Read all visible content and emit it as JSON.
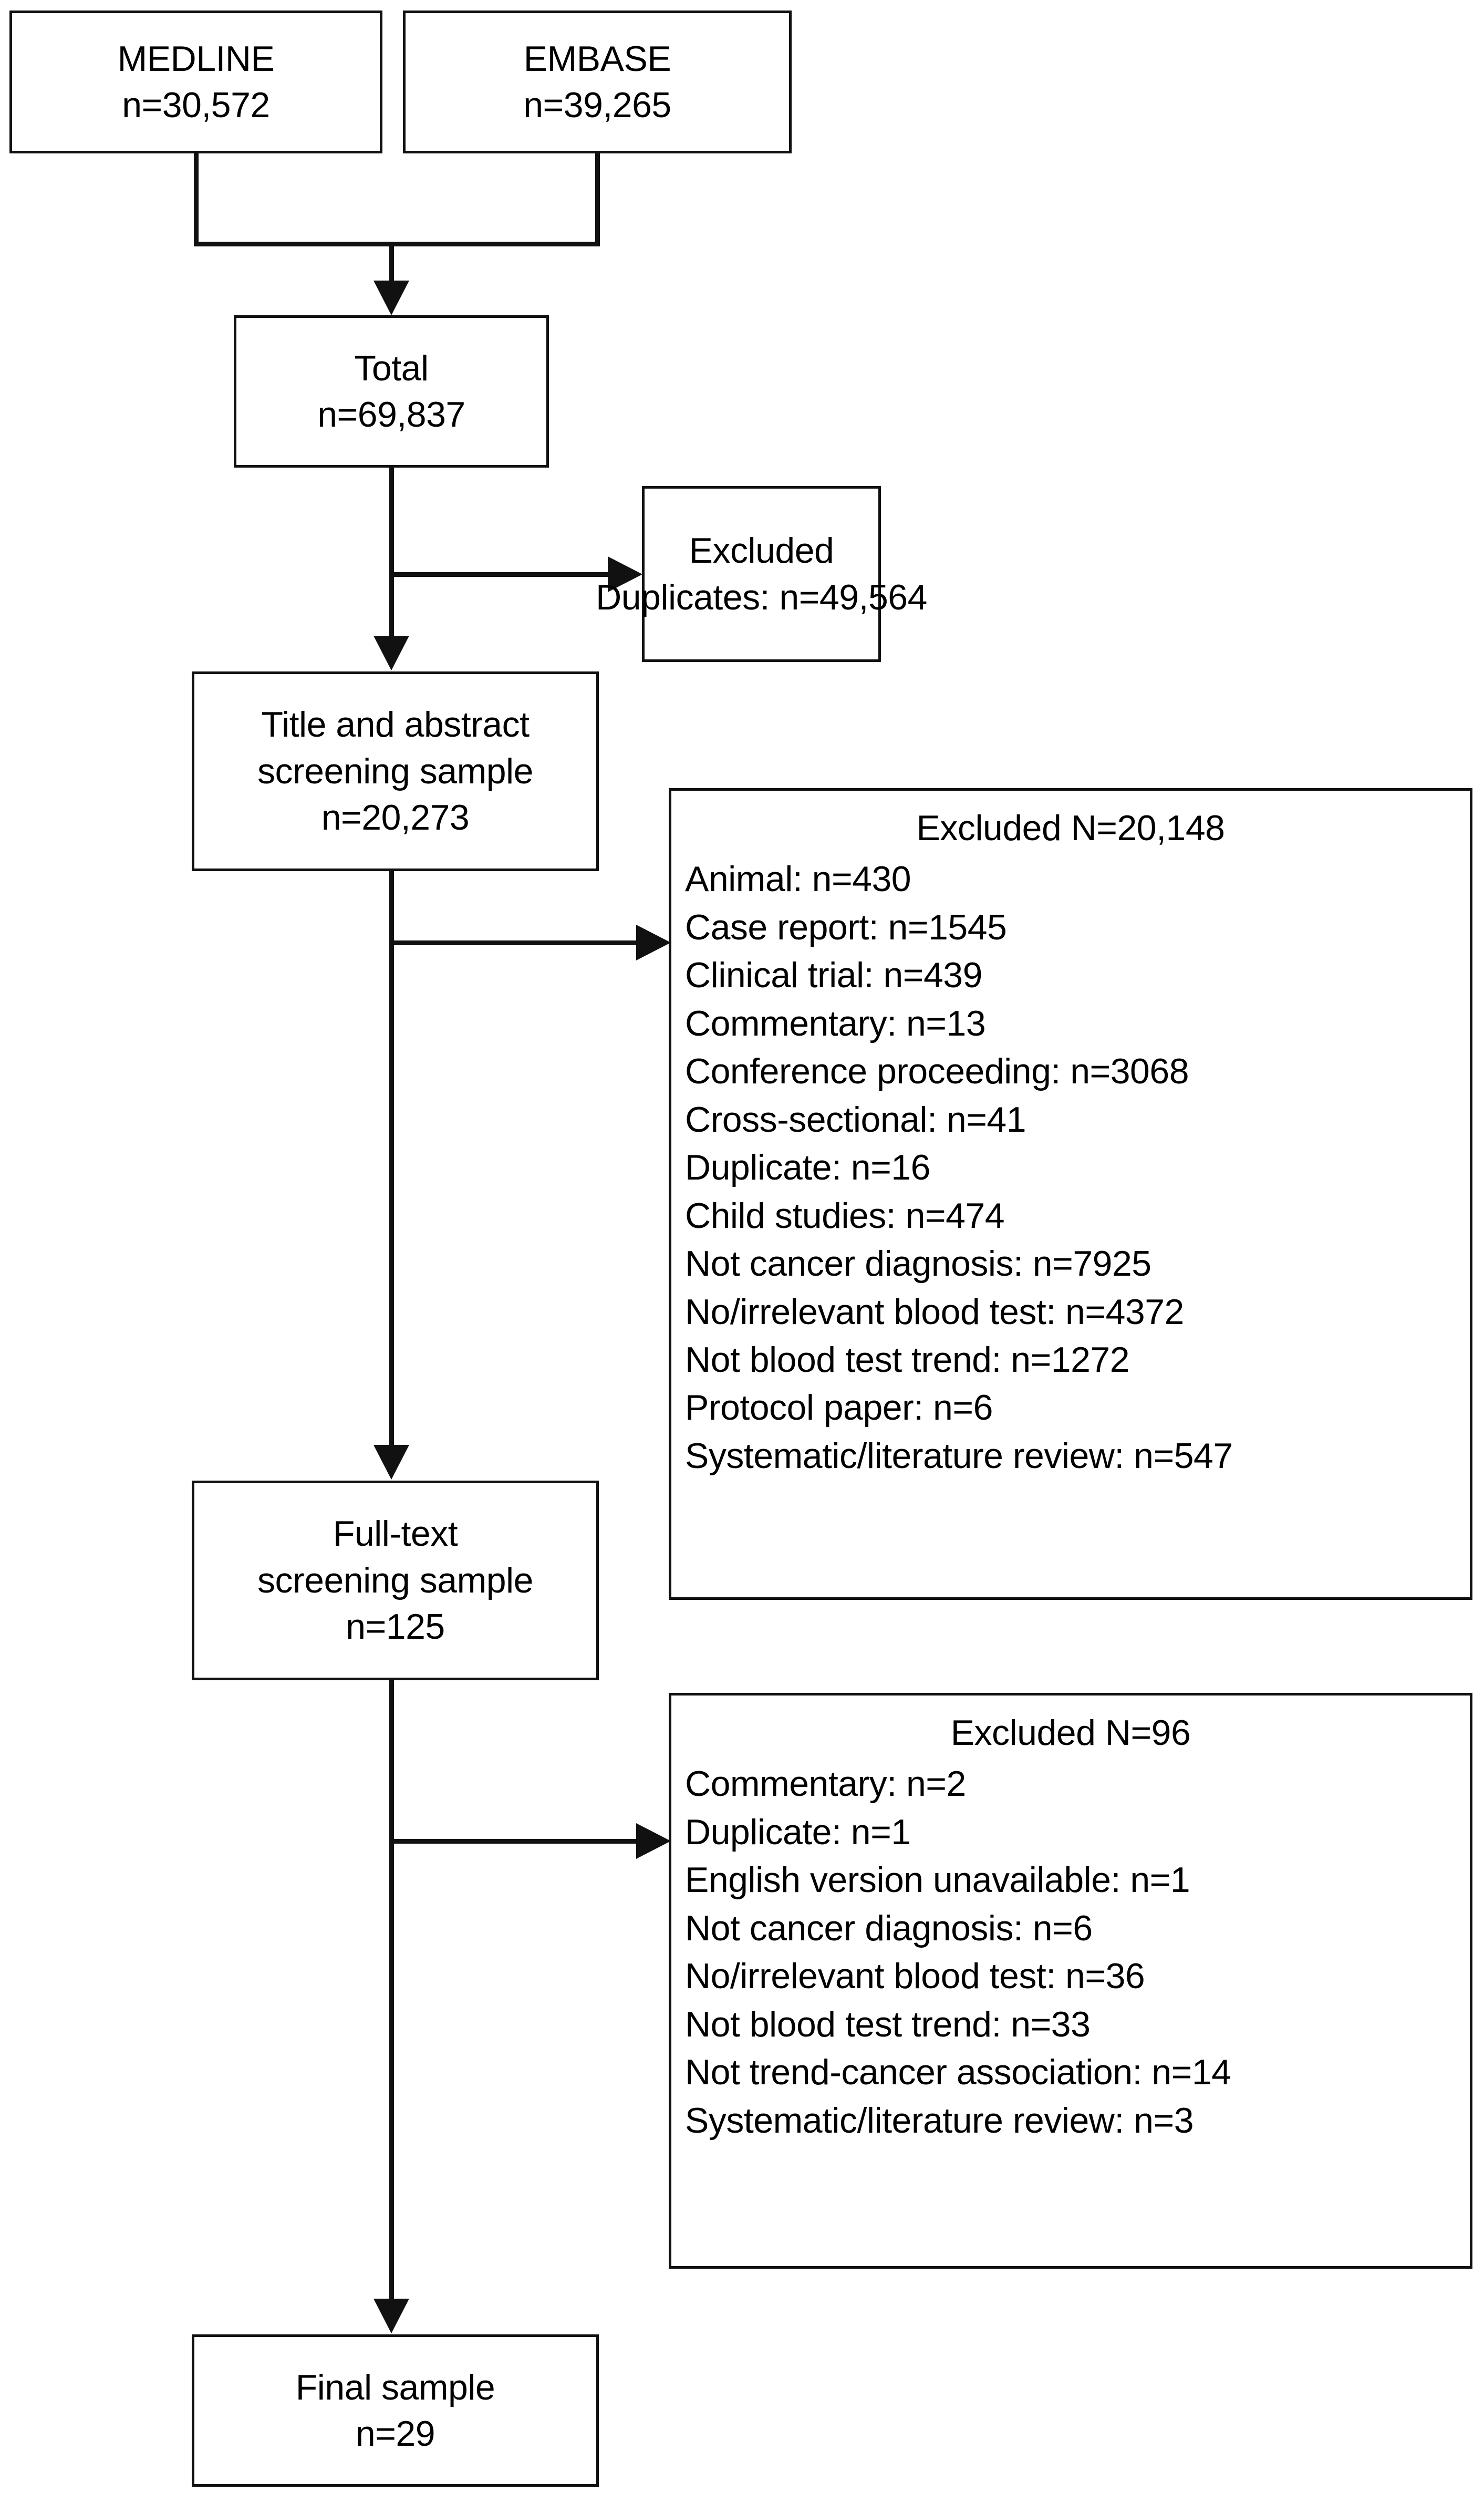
{
  "diagram": {
    "type": "prisma-flow-diagram",
    "sources": [
      {
        "id": "medline",
        "label": "MEDLINE",
        "count": "n=30,572"
      },
      {
        "id": "embase",
        "label": "EMBASE",
        "count": "n=39,265"
      }
    ],
    "stages": [
      {
        "id": "total",
        "label": "Total",
        "count": "n=69,837"
      },
      {
        "id": "title_abstract",
        "label_line1": "Title and abstract",
        "label_line2": "screening sample",
        "count": "n=20,273"
      },
      {
        "id": "full_text",
        "label_line1": "Full-text",
        "label_line2": "screening sample",
        "count": "n=125"
      },
      {
        "id": "final",
        "label": "Final sample",
        "count": "n=29"
      }
    ],
    "exclusions": [
      {
        "id": "excluded_duplicates",
        "title": "Excluded",
        "items": [
          "Duplicates: n=49,564"
        ]
      },
      {
        "id": "excluded_title_abstract",
        "title": "Excluded N=20,148",
        "items": [
          "Animal: n=430",
          "Case report: n=1545",
          "Clinical trial: n=439",
          "Commentary: n=13",
          "Conference proceeding: n=3068",
          "Cross-sectional: n=41",
          "Duplicate: n=16",
          "Child studies: n=474",
          "Not cancer diagnosis: n=7925",
          "No/irrelevant blood test: n=4372",
          "Not blood test trend: n=1272",
          "Protocol paper: n=6",
          "Systematic/literature review: n=547"
        ]
      },
      {
        "id": "excluded_full_text",
        "title": "Excluded N=96",
        "items": [
          "Commentary: n=2",
          "Duplicate: n=1",
          "English version unavailable: n=1",
          "Not cancer diagnosis: n=6",
          "No/irrelevant blood test: n=36",
          "Not blood test trend: n=33",
          "Not trend-cancer association: n=14",
          "Systematic/literature review: n=3"
        ]
      }
    ],
    "colors": {
      "stroke": "#111111",
      "fill": "#ffffff",
      "text": "#000000"
    }
  }
}
